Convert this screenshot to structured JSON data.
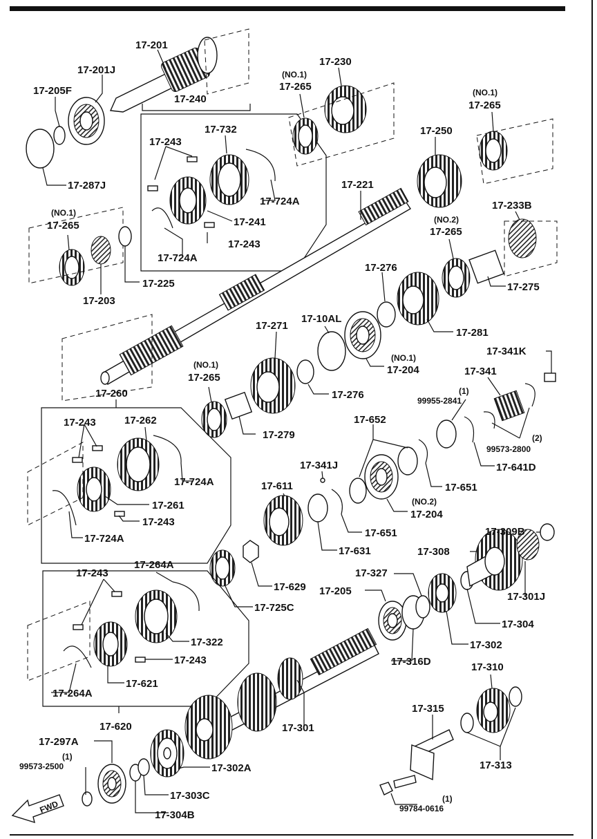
{
  "parts": {
    "p17_201": "17-201",
    "p17_201J": "17-201J",
    "p17_205F": "17-205F",
    "p17_287J": "17-287J",
    "p17_240": "17-240",
    "p17_243a": "17-243",
    "p17_732": "17-732",
    "p17_724A_a": "17-724A",
    "p17_241": "17-241",
    "p17_243b": "17-243",
    "p17_724A_b": "17-724A",
    "no1_a": "(NO.1)",
    "p17_265a": "17-265",
    "p17_230": "17-230",
    "no1_b": "(NO.1)",
    "p17_265b": "17-265",
    "p17_250": "17-250",
    "no1_c": "(NO.1)",
    "p17_265c": "17-265",
    "p17_221": "17-221",
    "p17_233B": "17-233B",
    "no2_a": "(NO.2)",
    "p17_265d": "17-265",
    "p17_275": "17-275",
    "p17_276a": "17-276",
    "p17_281": "17-281",
    "p17_203": "17-203",
    "p17_225": "17-225",
    "p17_10AL": "17-10AL",
    "p17_271": "17-271",
    "no1_d": "(NO.1)",
    "p17_204a": "17-204",
    "p17_276b": "17-276",
    "p17_341K": "17-341K",
    "p17_341": "17-341",
    "no1_e": "(NO.1)",
    "p17_265e": "17-265",
    "p17_260": "17-260",
    "p17_243c": "17-243",
    "p17_262": "17-262",
    "p17_279": "17-279",
    "p17_652": "17-652",
    "qty1_a": "(1)",
    "p99955": "99955-2841",
    "p99573_2800": "99573-2800",
    "qty2": "(2)",
    "p17_641D": "17-641D",
    "p17_724A_c": "17-724A",
    "p17_341J": "17-341J",
    "p17_651a": "17-651",
    "p17_261": "17-261",
    "p17_611": "17-611",
    "no2_b": "(NO.2)",
    "p17_204b": "17-204",
    "p17_243d": "17-243",
    "p17_724A_d": "17-724A",
    "p17_651b": "17-651",
    "p17_309B": "17-309B",
    "p17_631": "17-631",
    "p17_308": "17-308",
    "p17_243e": "17-243",
    "p17_264A_a": "17-264A",
    "p17_629": "17-629",
    "p17_327": "17-327",
    "p17_205": "17-205",
    "p17_301J": "17-301J",
    "p17_725C": "17-725C",
    "p17_304": "17-304",
    "p17_322": "17-322",
    "p17_302": "17-302",
    "p17_243f": "17-243",
    "p17_316D": "17-316D",
    "p17_310": "17-310",
    "p17_621": "17-621",
    "p17_264A_b": "17-264A",
    "p17_301": "17-301",
    "p17_315": "17-315",
    "p17_620": "17-620",
    "p17_297A": "17-297A",
    "qty1_b": "(1)",
    "p99573_2500": "99573-2500",
    "p17_302A": "17-302A",
    "p17_313": "17-313",
    "p17_303C": "17-303C",
    "qty1_c": "(1)",
    "p99784": "99784-0616",
    "p17_304B": "17-304B"
  },
  "fwd_label": "FWD"
}
